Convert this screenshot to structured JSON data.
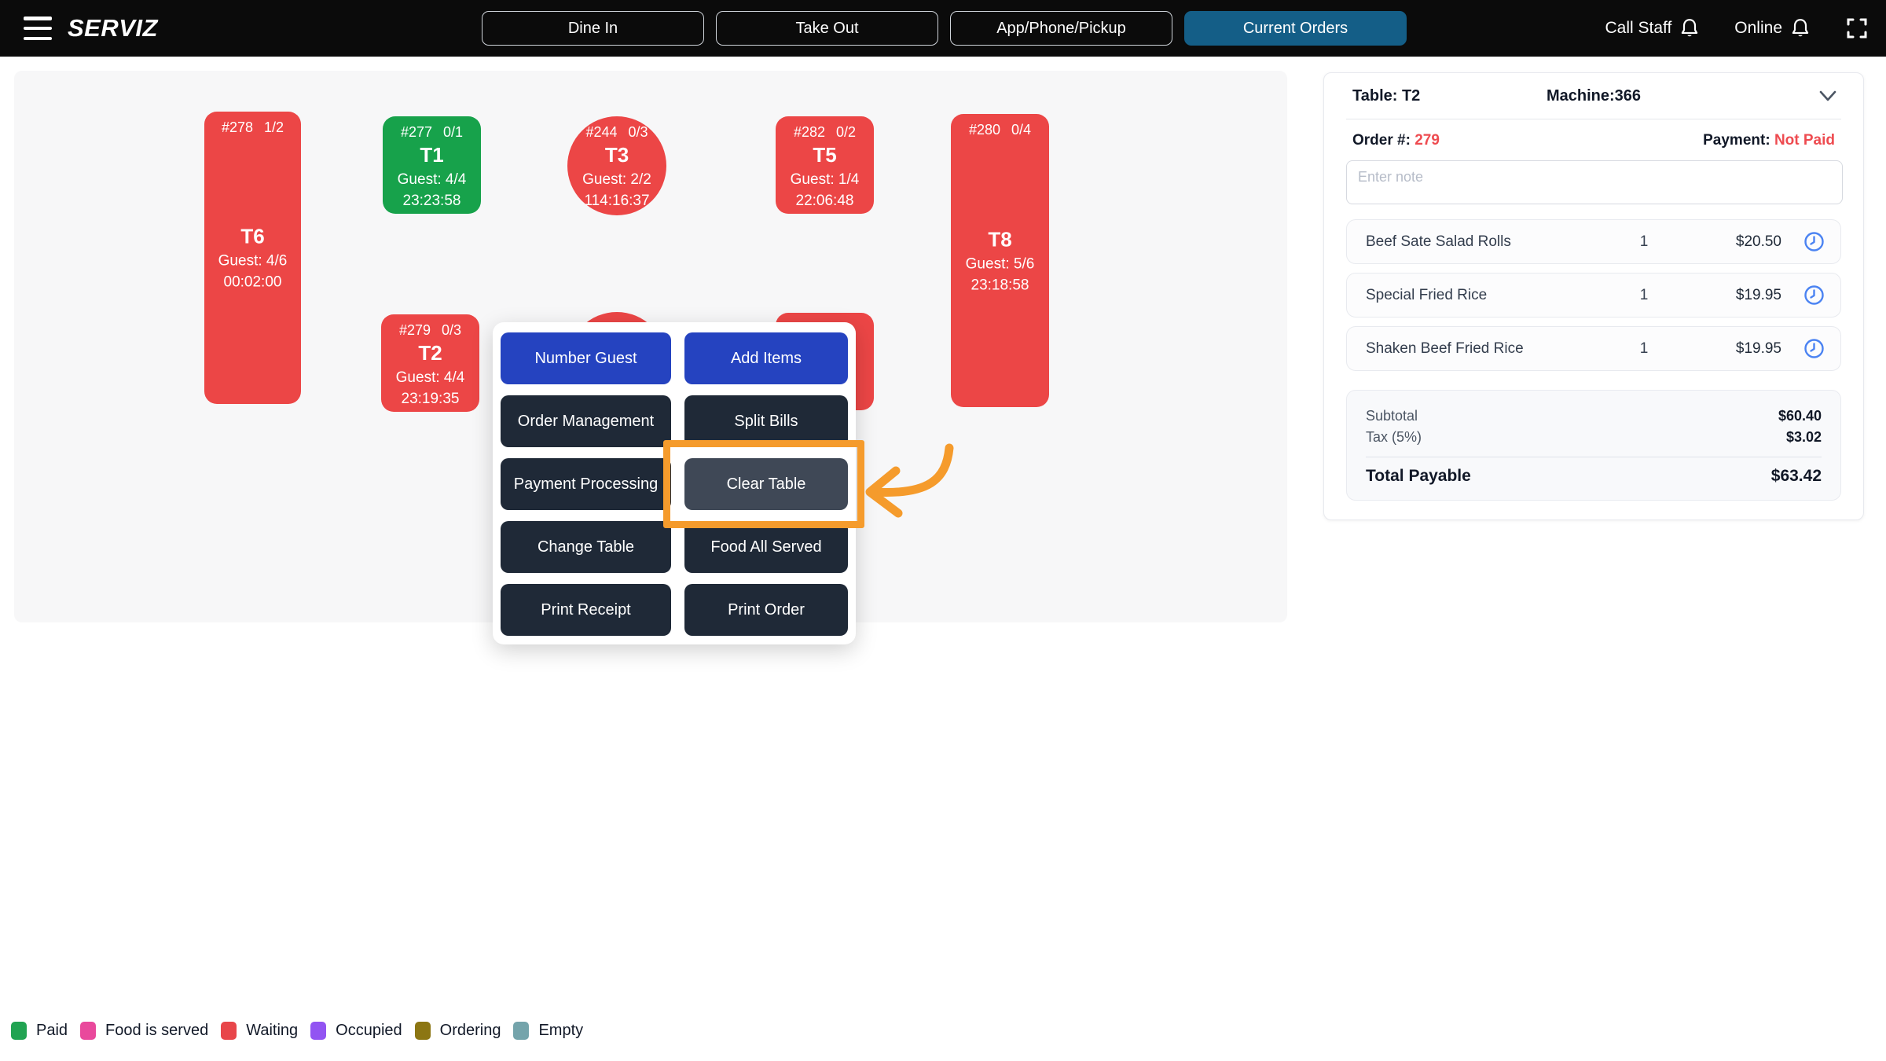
{
  "navbar": {
    "logo": "SERVIZ",
    "tabs": [
      {
        "label": "Dine In",
        "active": false
      },
      {
        "label": "Take Out",
        "active": false
      },
      {
        "label": "App/Phone/Pickup",
        "active": false
      },
      {
        "label": "Current Orders",
        "active": true
      }
    ],
    "call_staff_label": "Call Staff",
    "online_label": "Online"
  },
  "floor": {
    "tables": [
      {
        "id": "T6",
        "shape": "rect-tall",
        "status_color": "#ec4646",
        "order": "#278",
        "ratio": "1/2",
        "name": "T6",
        "guest": "Guest: 4/6",
        "time": "00:02:00"
      },
      {
        "id": "T1",
        "shape": "rect",
        "status_color": "#17a24b",
        "order": "#277",
        "ratio": "0/1",
        "name": "T1",
        "guest": "Guest: 4/4",
        "time": "23:23:58"
      },
      {
        "id": "T3",
        "shape": "circle",
        "status_color": "#ec4646",
        "order": "#244",
        "ratio": "0/3",
        "name": "T3",
        "guest": "Guest: 2/2",
        "time": "114:16:37"
      },
      {
        "id": "T5",
        "shape": "rect",
        "status_color": "#ec4646",
        "order": "#282",
        "ratio": "0/2",
        "name": "T5",
        "guest": "Guest: 1/4",
        "time": "22:06:48"
      },
      {
        "id": "T8",
        "shape": "rect-tall",
        "status_color": "#ec4646",
        "order": "#280",
        "ratio": "0/4",
        "name": "T8",
        "guest": "Guest: 5/6",
        "time": "23:18:58"
      },
      {
        "id": "T2",
        "shape": "rect",
        "status_color": "#ec4646",
        "order": "#279",
        "ratio": "0/3",
        "name": "T2",
        "guest": "Guest: 4/4",
        "time": "23:19:35"
      },
      {
        "shape": "circle-partially-hidden-behind-popup",
        "status_color": "#ec4646"
      },
      {
        "shape": "rect-partially-hidden-behind-popup",
        "status_color": "#ec4646"
      }
    ]
  },
  "popup": {
    "buttons": [
      {
        "label": "Number Guest",
        "style": "blue"
      },
      {
        "label": "Add Items",
        "style": "blue"
      },
      {
        "label": "Order Management",
        "style": "dark"
      },
      {
        "label": "Split Bills",
        "style": "dark"
      },
      {
        "label": "Payment Processing",
        "style": "dark"
      },
      {
        "label": "Clear Table",
        "style": "highlighted"
      },
      {
        "label": "Change Table",
        "style": "dark"
      },
      {
        "label": "Food All Served",
        "style": "dark"
      },
      {
        "label": "Print Receipt",
        "style": "dark"
      },
      {
        "label": "Print Order",
        "style": "dark"
      }
    ]
  },
  "order_panel": {
    "table_label": "Table: T2",
    "machine_label": "Machine:366",
    "order_label": "Order #:",
    "order_number": "279",
    "payment_label": "Payment:",
    "payment_status": "Not Paid",
    "note_placeholder": "Enter note",
    "items": [
      {
        "name": "Beef Sate Salad Rolls",
        "qty": "1",
        "price": "$20.50"
      },
      {
        "name": "Special Fried Rice",
        "qty": "1",
        "price": "$19.95"
      },
      {
        "name": "Shaken Beef Fried Rice",
        "qty": "1",
        "price": "$19.95"
      }
    ],
    "subtotal_label": "Subtotal",
    "subtotal": "$60.40",
    "tax_label": "Tax (5%)",
    "tax": "$3.02",
    "total_label": "Total Payable",
    "total": "$63.42"
  },
  "legend": {
    "items": [
      {
        "label": "Paid",
        "color": "#21a352"
      },
      {
        "label": "Food is served",
        "color": "#e9499c"
      },
      {
        "label": "Waiting",
        "color": "#e8464a"
      },
      {
        "label": "Occupied",
        "color": "#9254f2"
      },
      {
        "label": "Ordering",
        "color": "#8c7613"
      },
      {
        "label": "Empty",
        "color": "#74a4ab"
      }
    ]
  },
  "colors": {
    "active_tab": "#145e87",
    "table_red": "#ec4646",
    "table_green": "#17a24b",
    "popup_blue": "#2543c0",
    "popup_dark": "#1f2937",
    "popup_highlight": "#3f4856",
    "annotation_orange": "#f59b2c",
    "status_red_text": "#ee4b50",
    "clock_icon_blue": "#4b83f2"
  }
}
